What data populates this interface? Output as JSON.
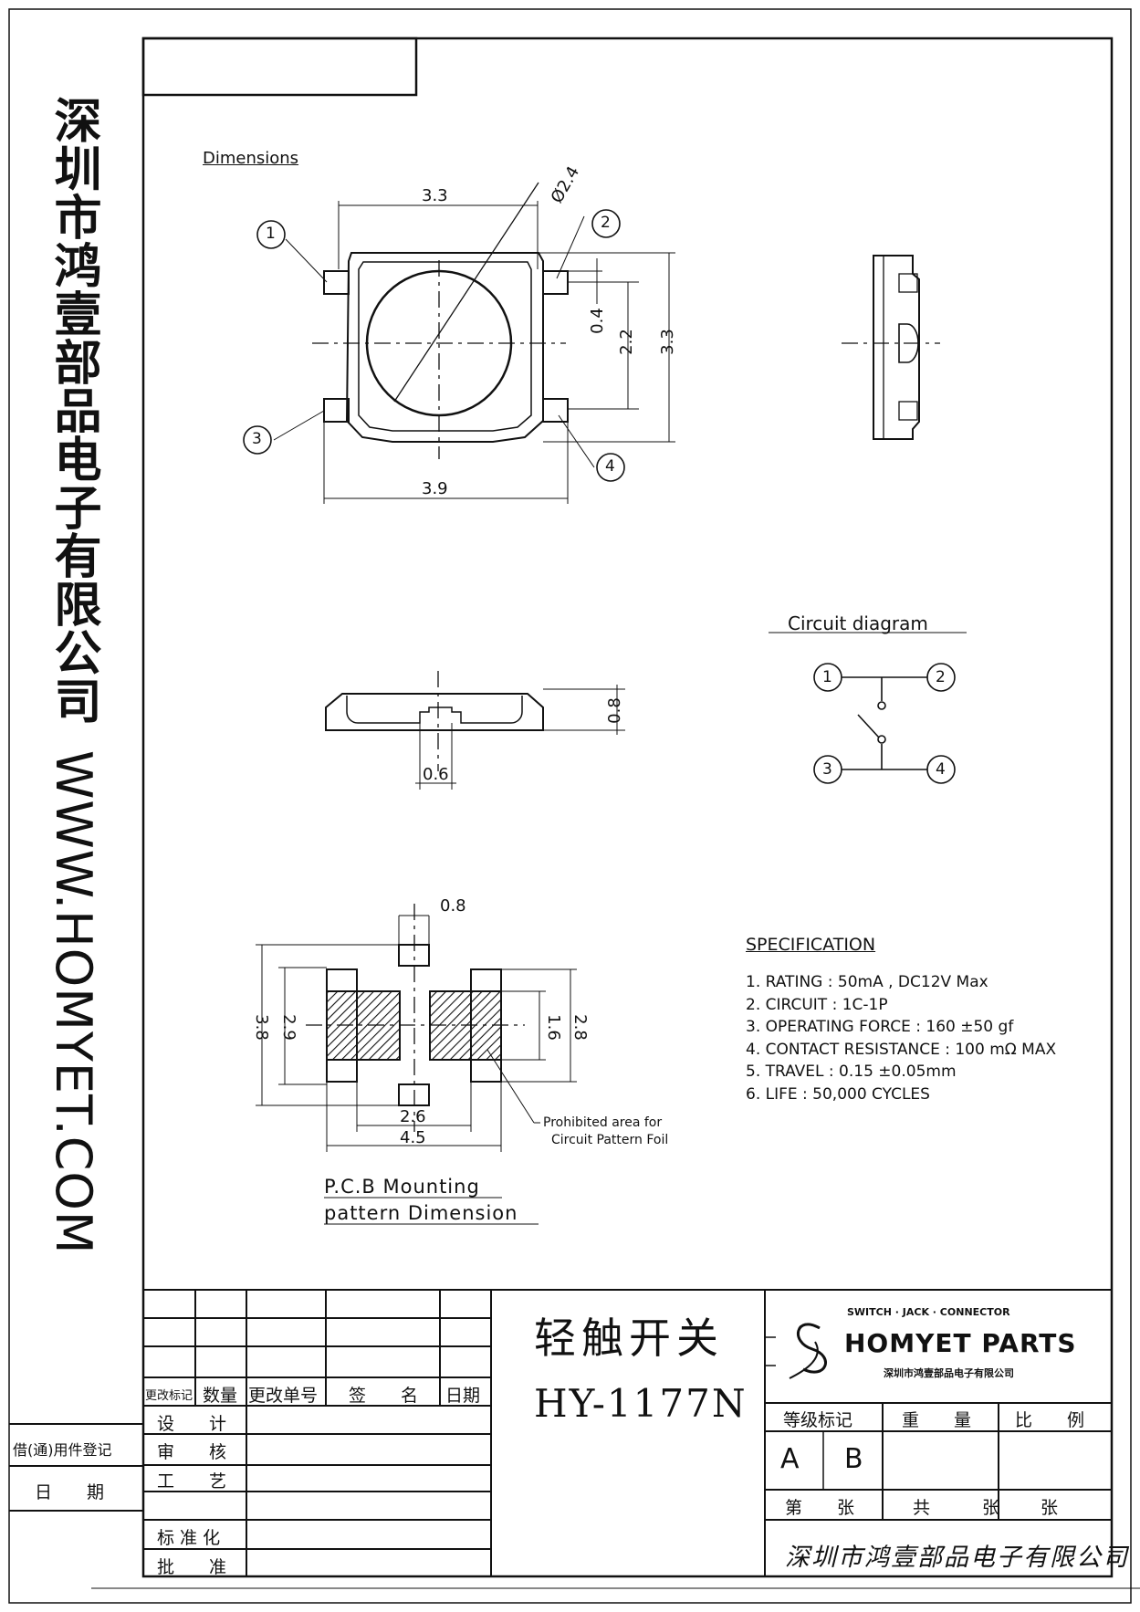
{
  "side_text": {
    "company": "深圳市鸿壹部品电子有限公司",
    "website": "WWW.HOMYET.COM"
  },
  "views": {
    "dimensions_label": "Dimensions",
    "top_view_dims": {
      "body_width": "3.3",
      "diameter": "Ø2.4",
      "pad_height": "0.4",
      "inner_height": "2.2",
      "body_height": "3.3",
      "total_width": "3.9"
    },
    "pin_labels": [
      "1",
      "2",
      "3",
      "4"
    ],
    "side_view_dims": {
      "height": "0.8",
      "pin_width": "0.6"
    }
  },
  "circuit": {
    "title": "Circuit  diagram",
    "nodes": [
      "1",
      "2",
      "3",
      "4"
    ]
  },
  "pcb": {
    "dims": {
      "pad_width": "0.8",
      "outer_height": "3.8",
      "inner_height": "2.9",
      "pad_gap": "1.6",
      "right_height": "2.8",
      "inner_width": "2.6",
      "outer_width": "4.5"
    },
    "note_line1": "Prohibited area for",
    "note_line2": "Circuit Pattern Foil",
    "title_line1": "P.C.B Mounting",
    "title_line2": "pattern Dimension"
  },
  "specification": {
    "title": "SPECIFICATION",
    "items": [
      "1. RATING : 50mA , DC12V Max",
      "2. CIRCUIT : 1C-1P",
      "3. OPERATING FORCE : 160 ±50 gf",
      "4. CONTACT RESISTANCE : 100 mΩ MAX",
      "5. TRAVEL : 0.15 ±0.05mm",
      "6. LIFE : 50,000 CYCLES"
    ]
  },
  "title_block": {
    "headers": {
      "change_mark": "更改标记",
      "quantity": "数量",
      "change_no": "更改单号",
      "signature": "签　　名",
      "date": "日期"
    },
    "roles": {
      "design": "设　　计",
      "review": "审　　核",
      "process": "工　　艺",
      "standard": "标 准 化",
      "approve": "批　　准"
    },
    "left_side": {
      "register": "借(通)用件登记",
      "date": "日　　期"
    },
    "product_name": "轻触开关",
    "part_number": "HY-1177N",
    "brand_tagline": "SWITCH · JACK · CONNECTOR",
    "brand_name": "HOMYET PARTS",
    "brand_cn": "深圳市鸿壹部品电子有限公司",
    "grade_label": "等级标记",
    "weight_label": "重　　量",
    "scale_label": "比　　例",
    "grade_a": "A",
    "grade_b": "B",
    "sheet_label": "第　　张",
    "total_label": "共　　　张",
    "signature": "深圳市鸿壹部品电子有限公司"
  }
}
